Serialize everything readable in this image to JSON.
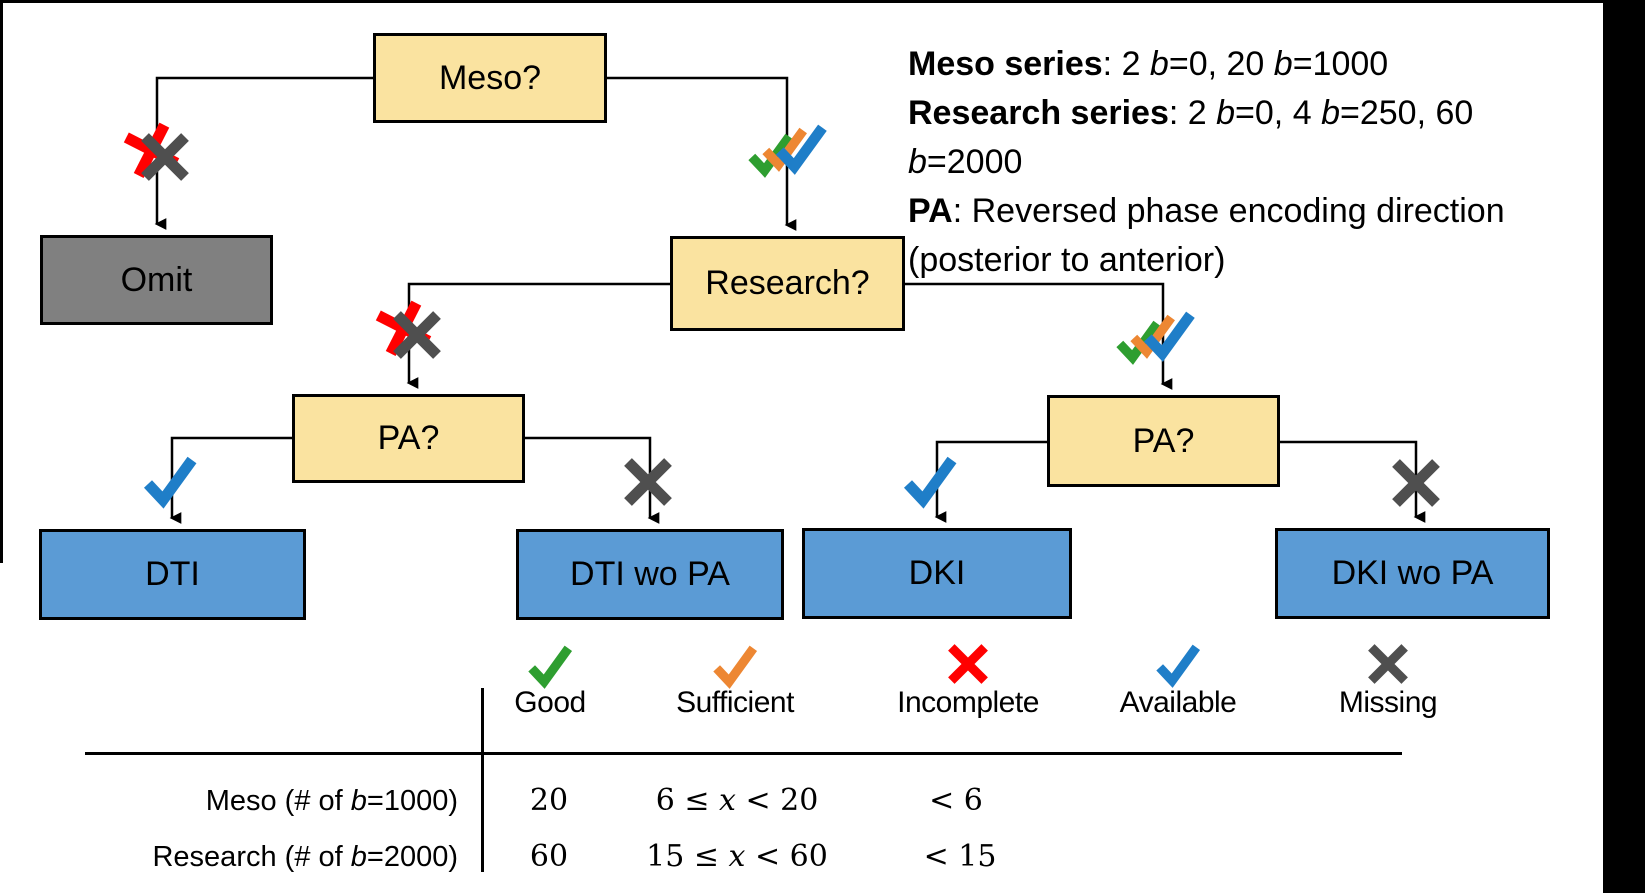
{
  "colors": {
    "good": "#2E9E30",
    "sufficient": "#ED8733",
    "incomplete": "#FF0000",
    "available": "#1F7EC8",
    "missing": "#4F4F4F",
    "decision_fill": "#FAE3A0",
    "outcome_fill": "#5B9BD5",
    "omit_fill": "#808080",
    "line": "#000000"
  },
  "flowchart": {
    "meso": {
      "label": "Meso?"
    },
    "omit": {
      "label": "Omit"
    },
    "research": {
      "label": "Research?"
    },
    "pa_left": {
      "label": "PA?"
    },
    "pa_right": {
      "label": "PA?"
    },
    "dti": {
      "label": "DTI"
    },
    "dti_wo_pa": {
      "label": "DTI wo PA"
    },
    "dki": {
      "label": "DKI"
    },
    "dki_wo_pa": {
      "label": "DKI wo PA"
    }
  },
  "notes": {
    "lines": [
      {
        "segments": [
          {
            "t": "Meso series",
            "b": 1
          },
          {
            "t": ": 2 "
          },
          {
            "t": "b",
            "i": 1
          },
          {
            "t": "=0, 20 "
          },
          {
            "t": "b",
            "i": 1
          },
          {
            "t": "=1000"
          }
        ]
      },
      {
        "segments": [
          {
            "t": "Research series",
            "b": 1
          },
          {
            "t": ": 2 "
          },
          {
            "t": "b",
            "i": 1
          },
          {
            "t": "=0, 4 "
          },
          {
            "t": "b",
            "i": 1
          },
          {
            "t": "=250, 60"
          }
        ]
      },
      {
        "segments": [
          {
            "t": "b",
            "i": 1
          },
          {
            "t": "=2000"
          }
        ]
      },
      {
        "segments": [
          {
            "t": "PA",
            "b": 1
          },
          {
            "t": ": Reversed phase encoding direction"
          }
        ]
      },
      {
        "segments": [
          {
            "t": "(posterior to anterior)"
          }
        ]
      }
    ]
  },
  "legend": {
    "items": [
      {
        "label": "Good",
        "icon": "check",
        "color": "good"
      },
      {
        "label": "Sufficient",
        "icon": "check",
        "color": "sufficient"
      },
      {
        "label": "Incomplete",
        "icon": "x",
        "color": "incomplete"
      },
      {
        "label": "Available",
        "icon": "check",
        "color": "available"
      },
      {
        "label": "Missing",
        "icon": "x",
        "color": "missing"
      }
    ]
  },
  "table": {
    "rows": [
      {
        "label": [
          {
            "t": "Meso (# of "
          },
          {
            "t": "b",
            "i": 1
          },
          {
            "t": "=1000)"
          }
        ],
        "good": "20",
        "sufficient": [
          {
            "t": "6 ≤ "
          },
          {
            "t": "x",
            "i": 1
          },
          {
            "t": " < 20"
          }
        ],
        "incomplete": "< 6"
      },
      {
        "label": [
          {
            "t": "Research (# of "
          },
          {
            "t": "b",
            "i": 1
          },
          {
            "t": "=2000)"
          }
        ],
        "good": "60",
        "sufficient": [
          {
            "t": "15 ≤ "
          },
          {
            "t": "x",
            "i": 1
          },
          {
            "t": " < 60"
          }
        ],
        "incomplete": "< 15"
      }
    ]
  }
}
